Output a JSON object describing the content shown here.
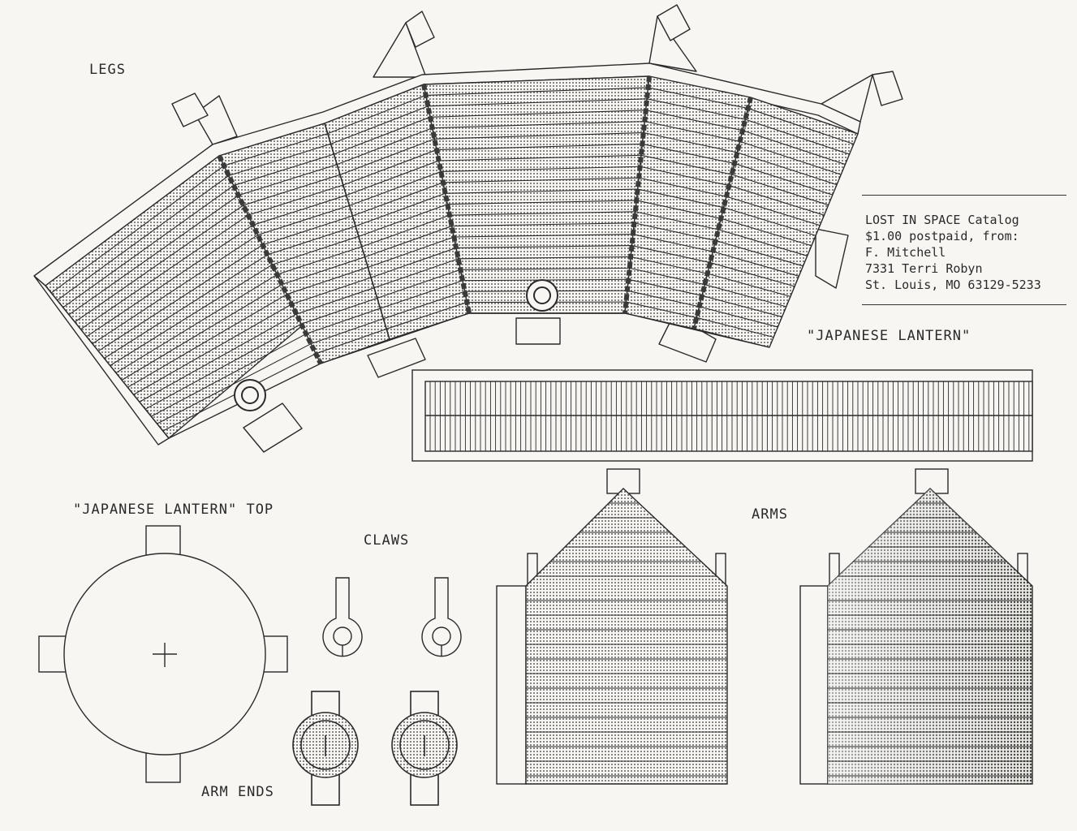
{
  "labels": {
    "legs": "LEGS",
    "lantern": "\"JAPANESE LANTERN\"",
    "lantern_top": "\"JAPANESE LANTERN\" TOP",
    "claws": "CLAWS",
    "arms": "ARMS",
    "arm_ends": "ARM ENDS"
  },
  "catalog": {
    "line1": "LOST IN SPACE Catalog",
    "line2": "$1.00 postpaid, from:",
    "line3": "F. Mitchell",
    "line4": "7331 Terri Robyn",
    "line5": "St. Louis, MO 63129-5233"
  },
  "colors": {
    "ink": "#2a2a2a",
    "paper": "#f7f6f2",
    "dot": "#555555"
  }
}
